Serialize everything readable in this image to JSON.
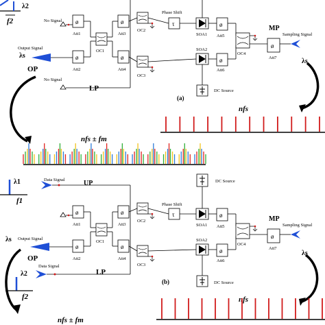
{
  "colors": {
    "line": "#000000",
    "laser_blue": "#1f4fd6",
    "red_dot": "#d11a1a",
    "spec_colors": [
      "#e0231f",
      "#2fae36",
      "#f2c21d",
      "#2e7bd8"
    ]
  },
  "top": {
    "lambda2": "λ2",
    "f2": "f2",
    "no_signal_1": "No Signal",
    "output_signal": "Output Signal",
    "lambda_s": "λs",
    "op": "OP",
    "no_signal_2": "No Signal",
    "lp": "LP",
    "att1": "Att1",
    "att2": "Att2",
    "att3": "Att3",
    "att4": "Att4",
    "att5": "Att5",
    "att6": "Att6",
    "att7": "Att7",
    "oc1": "OC1",
    "oc2": "OC2",
    "oc3": "OC3",
    "oc4": "OC4",
    "phase_shift": "Phase Shift",
    "tau": "τ",
    "soa1": "SOA1",
    "soa2": "SOA2",
    "dc_source": "DC Source",
    "mp": "MP",
    "sampling_signal": "Sampling Signal",
    "lambda_s_right": "λs",
    "caption": "(a)",
    "nfs": "nfs",
    "nfs_fm": "nfs ± fm"
  },
  "bottom": {
    "lambda1": "λ1",
    "data_signal_1": "Data Signal",
    "up": "UP",
    "f1": "f1",
    "dc_source_top": "DC Source",
    "lambda_s": "λs",
    "output_signal": "Output Signal",
    "op": "OP",
    "data_signal_2": "Data Signal",
    "lambda2": "λ2",
    "lp": "LP",
    "f2": "f2",
    "att1": "Att1",
    "att2": "Att2",
    "att3": "Att3",
    "att4": "Att4",
    "att5": "Att5",
    "att6": "Att6",
    "att7": "Att7",
    "oc1": "OC1",
    "oc2": "OC2",
    "oc3": "OC3",
    "oc4": "OC4",
    "phase_shift": "Phase Shift",
    "tau": "τ",
    "soa1": "SOA1",
    "soa2": "SOA2",
    "dc_source": "DC Source",
    "mp": "MP",
    "sampling_signal": "Sampling Signal",
    "lambda_s_right": "λs",
    "caption": "(b)",
    "nfs": "nfs",
    "nfs_fm": "nfs ± fm"
  }
}
